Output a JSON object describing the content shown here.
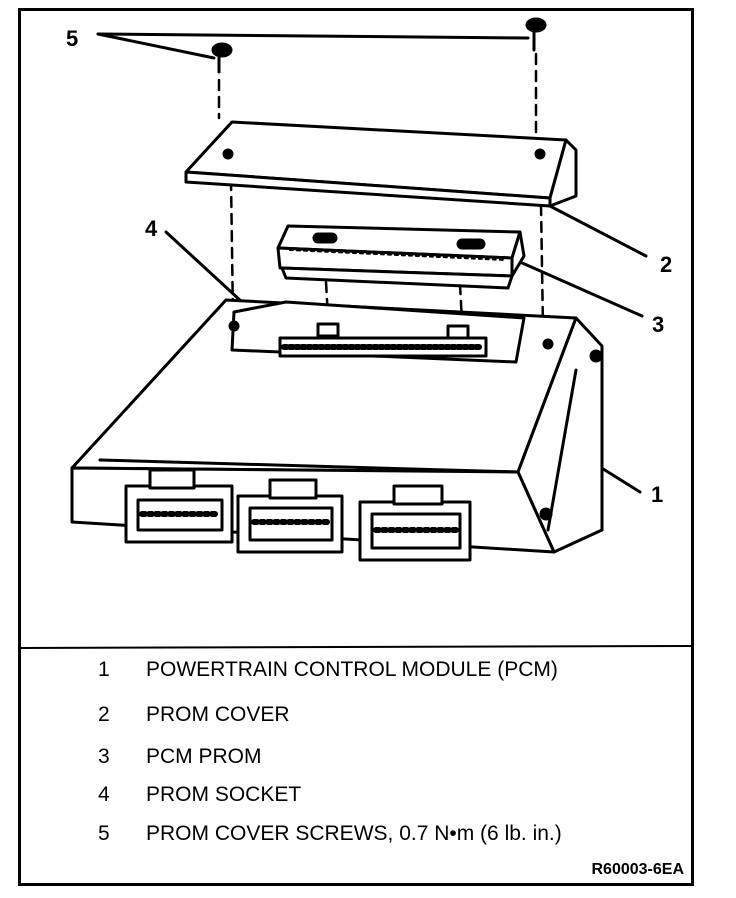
{
  "callouts": [
    "5",
    "2",
    "4",
    "3",
    "1"
  ],
  "legend": [
    {
      "num": "1",
      "text": "POWERTRAIN CONTROL MODULE (PCM)"
    },
    {
      "num": "2",
      "text": "PROM COVER"
    },
    {
      "num": "3",
      "text": "PCM PROM"
    },
    {
      "num": "4",
      "text": "PROM SOCKET"
    },
    {
      "num": "5",
      "text": "PROM COVER SCREWS, 0.7 N•m (6 lb. in.)"
    }
  ],
  "reference_code": "R60003-6EA"
}
